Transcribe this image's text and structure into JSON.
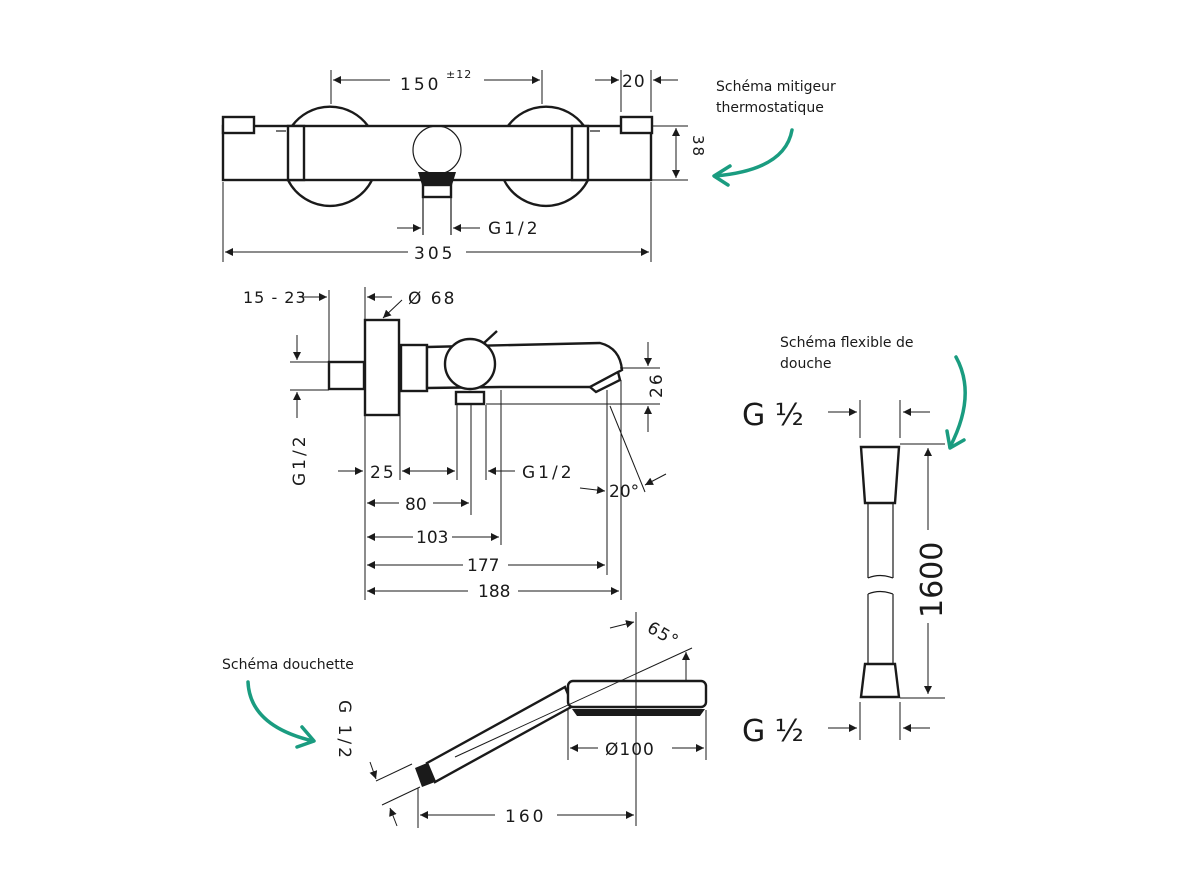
{
  "annotations": {
    "mixer": "Schéma mitigeur thermostatique",
    "hose": "Schéma flexible de douche",
    "handshower": "Schéma douchette"
  },
  "accent_color": "#1a9c80",
  "mixer_front": {
    "dim_center": "150",
    "dim_center_tol": "±12",
    "dim_cap": "20",
    "dim_height": "38",
    "dim_outlet": "G1/2",
    "dim_total": "305"
  },
  "mixer_side": {
    "dim_wall": "15 - 23",
    "dim_flange": "Ø 68",
    "dim_inlet": "G1/2",
    "dim_25": "25",
    "dim_outlet": "G1/2",
    "dim_80": "80",
    "dim_103": "103",
    "dim_177": "177",
    "dim_188": "188",
    "dim_26": "26",
    "dim_angle": "20°"
  },
  "hose": {
    "thread_top": "G ½",
    "thread_bottom": "G ½",
    "length": "1600"
  },
  "handshower": {
    "thread": "G 1/2",
    "angle": "65°",
    "diameter": "Ø100",
    "length": "160"
  }
}
